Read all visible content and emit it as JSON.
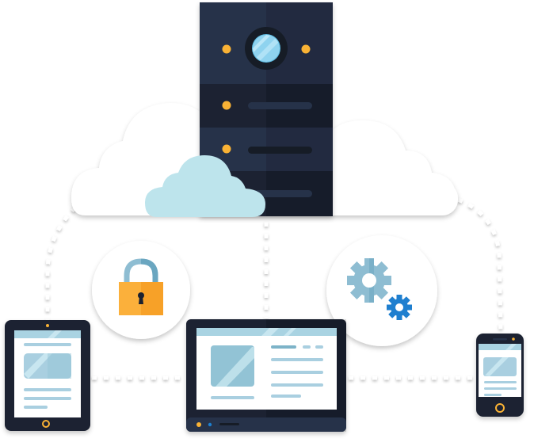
{
  "illustration": {
    "subject": "Cloud computing: central server in the cloud connected to tablet, laptop and smartphone, with security and settings badges",
    "colors": {
      "background": "#ffffff",
      "server_dark": "#1b2130",
      "server_mid": "#273349",
      "server_shadow": "#151a26",
      "led_orange": "#f9b234",
      "lens_blue": "#8fd3ef",
      "cloud_white": "#ffffff",
      "cloud_light_blue": "#bde4ec",
      "screen_blue": "#92c3d5",
      "screen_blue_dark": "#7db3c8",
      "lock_body": "#fbb03b",
      "lock_body_shade": "#f7a128",
      "lock_shackle": "#8ebdd2",
      "gear_large": "#8ebdd2",
      "gear_small": "#1f7fcf",
      "device_frame": "#1b2130",
      "dashed_line": "#ffffff"
    },
    "elements": {
      "server": {
        "label": "server",
        "leds": 4,
        "slots": 3
      },
      "clouds": [
        {
          "label": "large white cloud"
        },
        {
          "label": "small light-blue cloud"
        }
      ],
      "badges": [
        {
          "label": "security-lock"
        },
        {
          "label": "settings-gears"
        }
      ],
      "devices": [
        {
          "label": "tablet"
        },
        {
          "label": "laptop"
        },
        {
          "label": "smartphone"
        }
      ]
    }
  }
}
